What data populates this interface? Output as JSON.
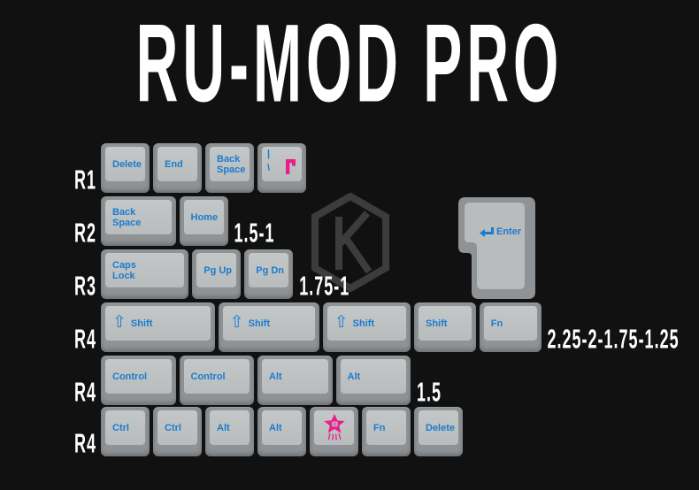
{
  "title": "RU-MOD PRO",
  "watermark": {
    "letter": "K"
  },
  "colors": {
    "background": "#111111",
    "key_outer": "#8f9395",
    "key_cap": "#b9bcbd",
    "key_cap_light": "#c4c7c8",
    "legend_blue": "#1a7ccd",
    "accent_pink": "#ec1d8a",
    "text_white": "#ffffff",
    "logo_gray": "#3c3c3c"
  },
  "icons": {
    "shift_arrow": "⇧"
  },
  "keyboard": {
    "rows": [
      {
        "label": "R1",
        "size_note": null,
        "keys": [
          {
            "legend": "Delete",
            "u": 1
          },
          {
            "legend": "End",
            "u": 1
          },
          {
            "legend": "Back Space",
            "u": 1,
            "two_line": true
          },
          {
            "type": "pipe",
            "legend_top": "|",
            "legend_bottom": "\\",
            "icon": "pink-ge",
            "u": 1
          }
        ]
      },
      {
        "label": "R2",
        "size_note": "1.5-1",
        "keys": [
          {
            "legend": "Back Space",
            "u": 1.5,
            "two_line": true
          },
          {
            "legend": "Home",
            "u": 1
          }
        ]
      },
      {
        "label": "R3",
        "size_note": "1.75-1",
        "keys": [
          {
            "legend": "Caps Lock",
            "u": 1.75,
            "two_line": true
          },
          {
            "legend": "Pg Up",
            "u": 1
          },
          {
            "legend": "Pg Dn",
            "u": 1
          }
        ]
      },
      {
        "label": "R4",
        "size_note": "2.25-2-1.75-1.25",
        "keys": [
          {
            "legend": "Shift",
            "u": 2.25,
            "icon": "shift-arrow"
          },
          {
            "legend": "Shift",
            "u": 2,
            "icon": "shift-arrow"
          },
          {
            "legend": "Shift",
            "u": 1.75,
            "icon": "shift-arrow"
          },
          {
            "legend": "Shift",
            "u": 1.25
          },
          {
            "legend": "Fn",
            "u": 1.25
          }
        ]
      },
      {
        "label": "R4",
        "size_note": "1.5",
        "keys": [
          {
            "legend": "Control",
            "u": 1.5
          },
          {
            "legend": "Control",
            "u": 1.5
          },
          {
            "legend": "Alt",
            "u": 1.5
          },
          {
            "legend": "Alt",
            "u": 1.5
          }
        ]
      },
      {
        "label": "R4",
        "size_note": null,
        "keys": [
          {
            "legend": "Ctrl",
            "u": 1
          },
          {
            "legend": "Ctrl",
            "u": 1
          },
          {
            "legend": "Alt",
            "u": 1
          },
          {
            "legend": "Alt",
            "u": 1
          },
          {
            "type": "icon",
            "icon": "fist-star",
            "u": 1
          },
          {
            "legend": "Fn",
            "u": 1
          },
          {
            "legend": "Delete",
            "u": 1
          }
        ]
      }
    ],
    "enter_key": {
      "legend": "Enter",
      "icon": "return-arrow"
    }
  }
}
